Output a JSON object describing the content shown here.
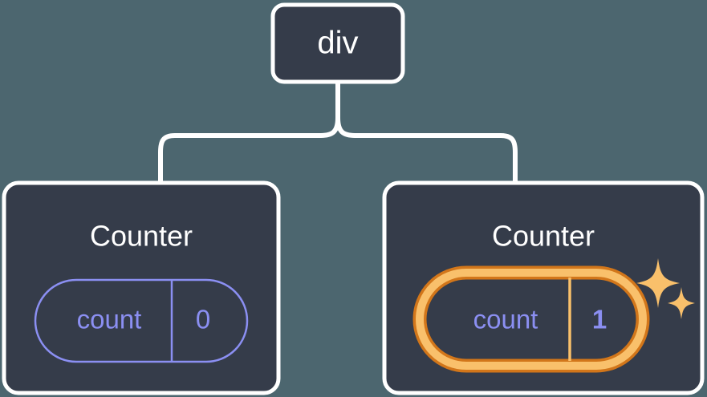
{
  "diagram": {
    "type": "component-tree",
    "title_text": "",
    "background_color": "#4c666f",
    "node_fill": "#353c4a",
    "node_stroke": "#ffffff",
    "connector_color": "#ffffff",
    "accent_purple": "#8b8ff2",
    "accent_amber_light": "#f9c06b",
    "accent_amber_dark": "#d2761a"
  },
  "root": {
    "label": "div"
  },
  "children": [
    {
      "label": "Counter",
      "prop_key": "count",
      "prop_value": "0",
      "highlighted": "false",
      "sparkles": "false"
    },
    {
      "label": "Counter",
      "prop_key": "count",
      "prop_value": "1",
      "highlighted": "true",
      "sparkles": "true"
    }
  ],
  "sparkles": {
    "large_label": "sparkle-large",
    "small_label": "sparkle-small"
  }
}
